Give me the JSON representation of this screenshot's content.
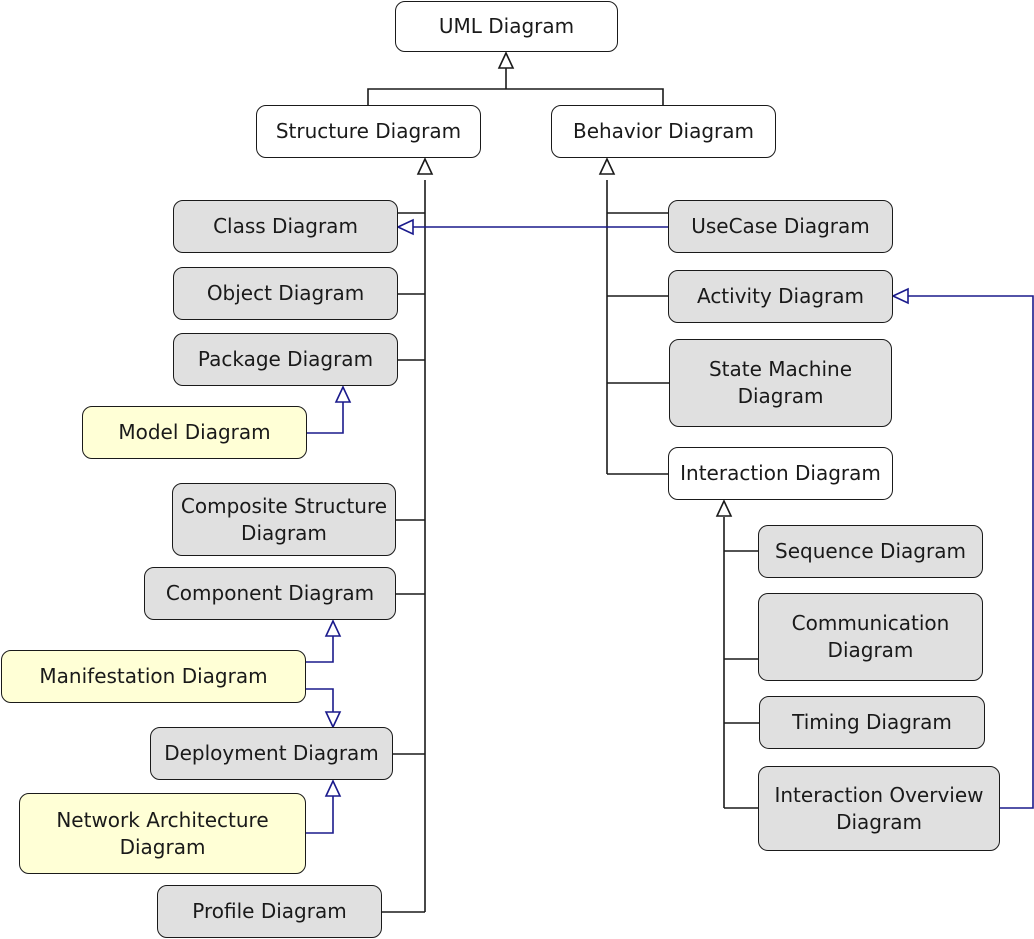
{
  "colors": {
    "abstract_fill": "#ffffff",
    "concrete_fill": "#e0e0e0",
    "extension_fill": "#ffffd6",
    "line": "#1a1a1a",
    "extension_line": "#1a1a8c"
  },
  "nodes": {
    "uml": "UML Diagram",
    "structure": "Structure Diagram",
    "behavior": "Behavior Diagram",
    "class": "Class Diagram",
    "object": "Object Diagram",
    "package": "Package Diagram",
    "model": "Model Diagram",
    "composite": "Composite Structure\nDiagram",
    "component": "Component Diagram",
    "manifestation": "Manifestation Diagram",
    "deployment": "Deployment Diagram",
    "network": "Network Architecture\nDiagram",
    "profile": "Profile Diagram",
    "usecase": "UseCase Diagram",
    "activity": "Activity Diagram",
    "statemachine": "State Machine\nDiagram",
    "interaction": "Interaction Diagram",
    "sequence": "Sequence Diagram",
    "communication": "Communication\nDiagram",
    "timing": "Timing Diagram",
    "overview": "Interaction Overview\nDiagram"
  }
}
